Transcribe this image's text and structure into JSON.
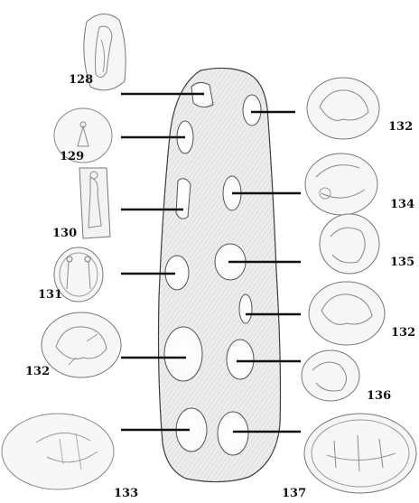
{
  "labels": {
    "n128": "128",
    "n129": "129",
    "n130": "130",
    "n131": "131",
    "n132a": "132",
    "n132b": "132",
    "n132c": "132",
    "n133": "133",
    "n134": "134",
    "n135": "135",
    "n136": "136",
    "n137": "137"
  },
  "colors": {
    "ink": "#1a1a1a",
    "pencil": "#6a6a6a",
    "stone_fill": "#eeeeee",
    "hatch": "#8c8c8c",
    "seal_fill": "#f6f6f6"
  }
}
